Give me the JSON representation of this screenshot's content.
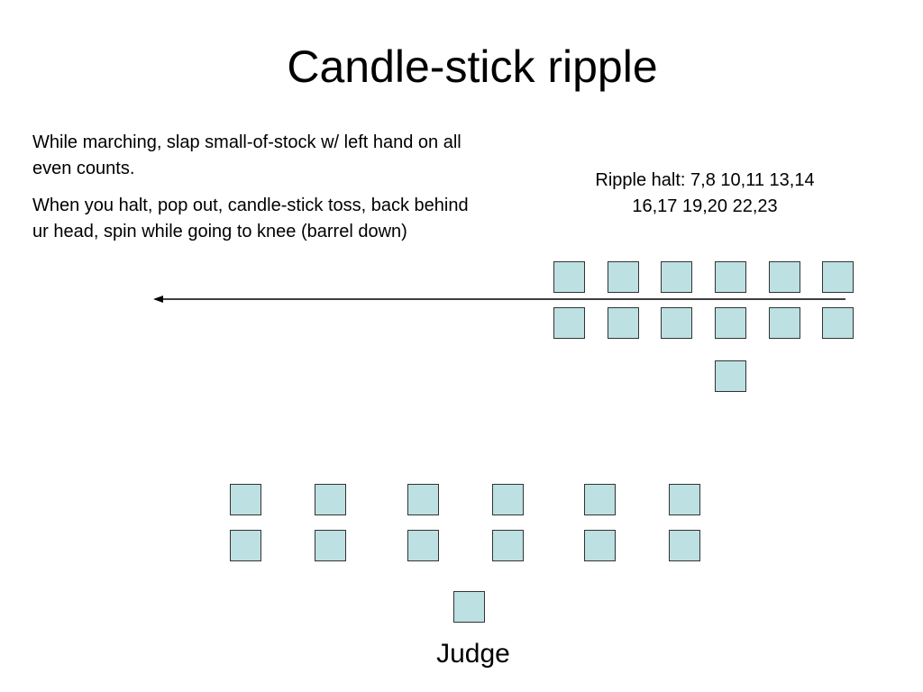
{
  "title": "Candle-stick ripple",
  "notes": [
    "While marching, slap small-of-stock w/ left hand on all even counts.",
    "When you halt, pop out, candle-stick toss, back behind ur head, spin while going to knee (barrel down)"
  ],
  "ripple_halt": {
    "line1": "Ripple halt: 7,8  10,11  13,14",
    "line2": "16,17 19,20  22,23"
  },
  "judge_label": "Judge",
  "colors": {
    "square_fill": "#bde0e2",
    "square_border": "#333333"
  }
}
